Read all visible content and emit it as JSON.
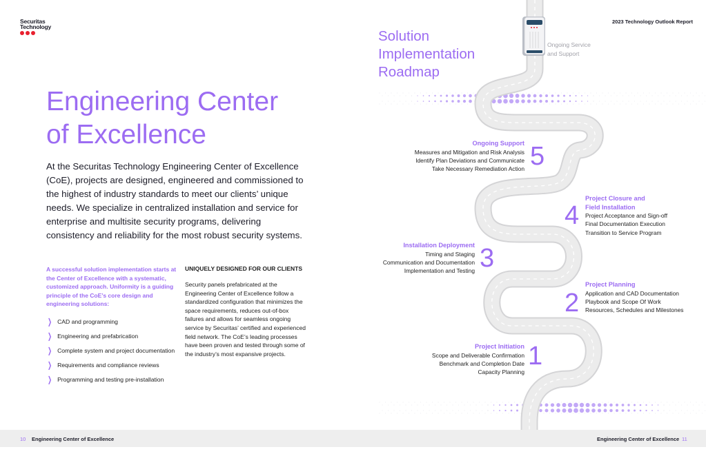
{
  "header": {
    "logo_line1": "Securitas",
    "logo_line2": "Technology",
    "report_title": "2023 Technology Outlook Report"
  },
  "left_page": {
    "title_line1": "Engineering Center",
    "title_line2": "of Excellence",
    "intro": "At the Securitas Technology Engineering Center of Excellence (CoE), projects are designed, engineered and commissioned to the highest of industry standards to meet our clients’ unique needs. We specialize in centralized installation and service for enterprise and multisite security programs, delivering consistency and reliability for the most robust security systems.",
    "lead": "A successful solution implementation starts at the Center of Excellence with a systematic, customized approach. Uniformity is a guiding principle of the CoE’s core design and engineering solutions:",
    "bullets": [
      "CAD and programming",
      "Engineering and prefabrication",
      "Complete system and project documentation",
      "Requirements and compliance reviews",
      "Programming and testing pre-installation"
    ],
    "sub_heading": "UNIQUELY DESIGNED FOR OUR CLIENTS",
    "sub_text": "Security panels prefabricated at the Engineering Center of Excellence follow a standardized configuration that minimizes the space requirements, reduces out-of-box failures and allows for seamless ongoing service by Securitas’ certified and experienced field network. The CoE’s leading processes have been proven and tested through some of the industry’s most expansive projects."
  },
  "right_page": {
    "title_line1": "Solution",
    "title_line2": "Implementation",
    "title_line3": "Roadmap",
    "service_line1": "Ongoing Service",
    "service_line2": "and Support",
    "steps": [
      {
        "num": "1",
        "title": "Project Initiation",
        "items": [
          "Scope and Deliverable Confirmation",
          "Benchmark and Completion Date",
          "Capacity Planning"
        ]
      },
      {
        "num": "2",
        "title": "Project Planning",
        "items": [
          "Application and CAD Documentation",
          "Playbook and Scope Of Work",
          "Resources, Schedules and Milestones"
        ]
      },
      {
        "num": "3",
        "title": "Installation Deployment",
        "items": [
          "Timing and Staging",
          "Communication and Documentation",
          "Implementation and Testing"
        ]
      },
      {
        "num": "4",
        "title_line1": "Project Closure and",
        "title_line2": "Field Installation",
        "items": [
          "Project Acceptance and Sign-off",
          "Final Documentation Execution",
          "Transition to Service Program"
        ]
      },
      {
        "num": "5",
        "title": "Ongoing Support",
        "items": [
          "Measures and Mitigation and Risk Analysis",
          "Identify Plan Deviations and Communicate",
          "Take Necessary Remediation Action"
        ]
      }
    ]
  },
  "footer": {
    "left_page_num": "10",
    "left_label": "Engineering Center of Excellence",
    "right_label": "Engineering Center of Excellence",
    "right_page_num": "11"
  },
  "colors": {
    "accent": "#9c6cf2",
    "brand_red": "#e8202e",
    "road": "#e8e8e8"
  }
}
